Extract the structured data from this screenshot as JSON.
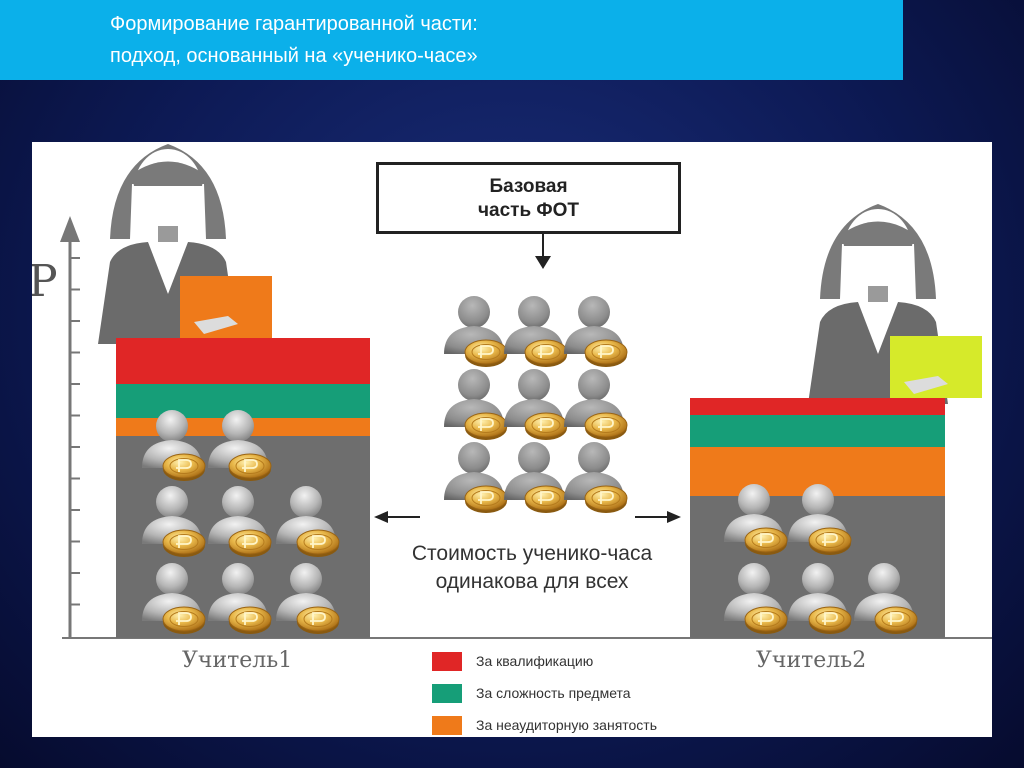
{
  "title": {
    "line1": "Формирование гарантированной части:",
    "line2": "подход, основанный на «ученико-часе»"
  },
  "axis": {
    "currency_symbol": "Р"
  },
  "base_box": {
    "line1": "Базовая",
    "line2": "часть ФОТ"
  },
  "middle_caption": {
    "line1": "Стоимость ученико-часа",
    "line2": "одинакова для всех"
  },
  "teachers": [
    {
      "label": "Учитель1",
      "students": 8,
      "bands": [
        "qualification",
        "subject",
        "extracurricular"
      ]
    },
    {
      "label": "Учитель2",
      "students": 5,
      "bands": [
        "qualification",
        "subject",
        "extracurricular"
      ]
    }
  ],
  "pool": {
    "students": 9
  },
  "legend": [
    {
      "key": "qualification",
      "label": "За квалификацию",
      "color": "#e02626"
    },
    {
      "key": "subject",
      "label": "За сложность предмета",
      "color": "#169e78"
    },
    {
      "key": "extracurricular",
      "label": "За неаудиторную занятость",
      "color": "#ef7a1a"
    }
  ],
  "colors": {
    "base_block": "#6e6e6e",
    "folder_teacher1": "#ef7a1a",
    "folder_teacher2": "#d6ea2a",
    "coin": "#e0a83c",
    "person": "#8a8a8a"
  }
}
